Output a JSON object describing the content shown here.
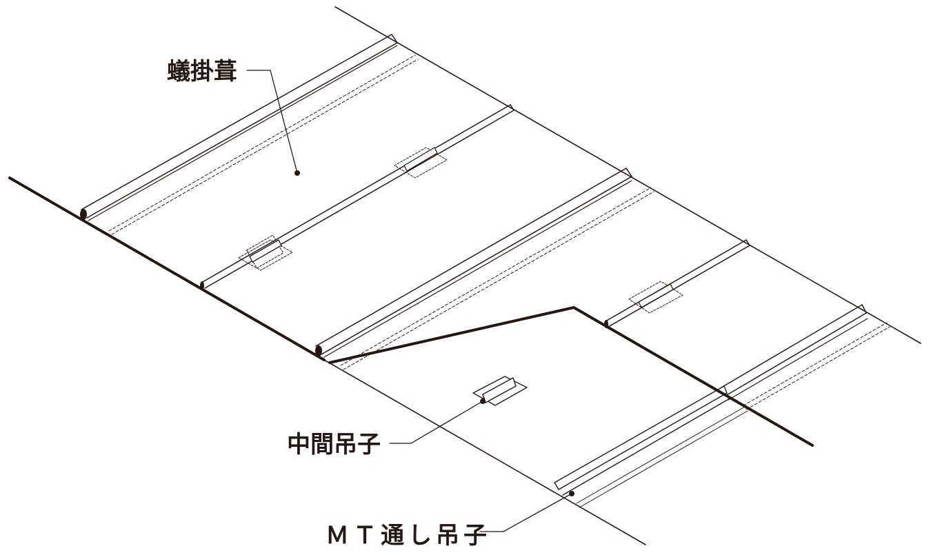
{
  "labels": {
    "hazekake": "蟻掛葺",
    "chukan": "中間吊子",
    "mt_toshi": "ＭＴ通し吊子"
  },
  "colors": {
    "ink": "#231815",
    "background": "#ffffff"
  }
}
